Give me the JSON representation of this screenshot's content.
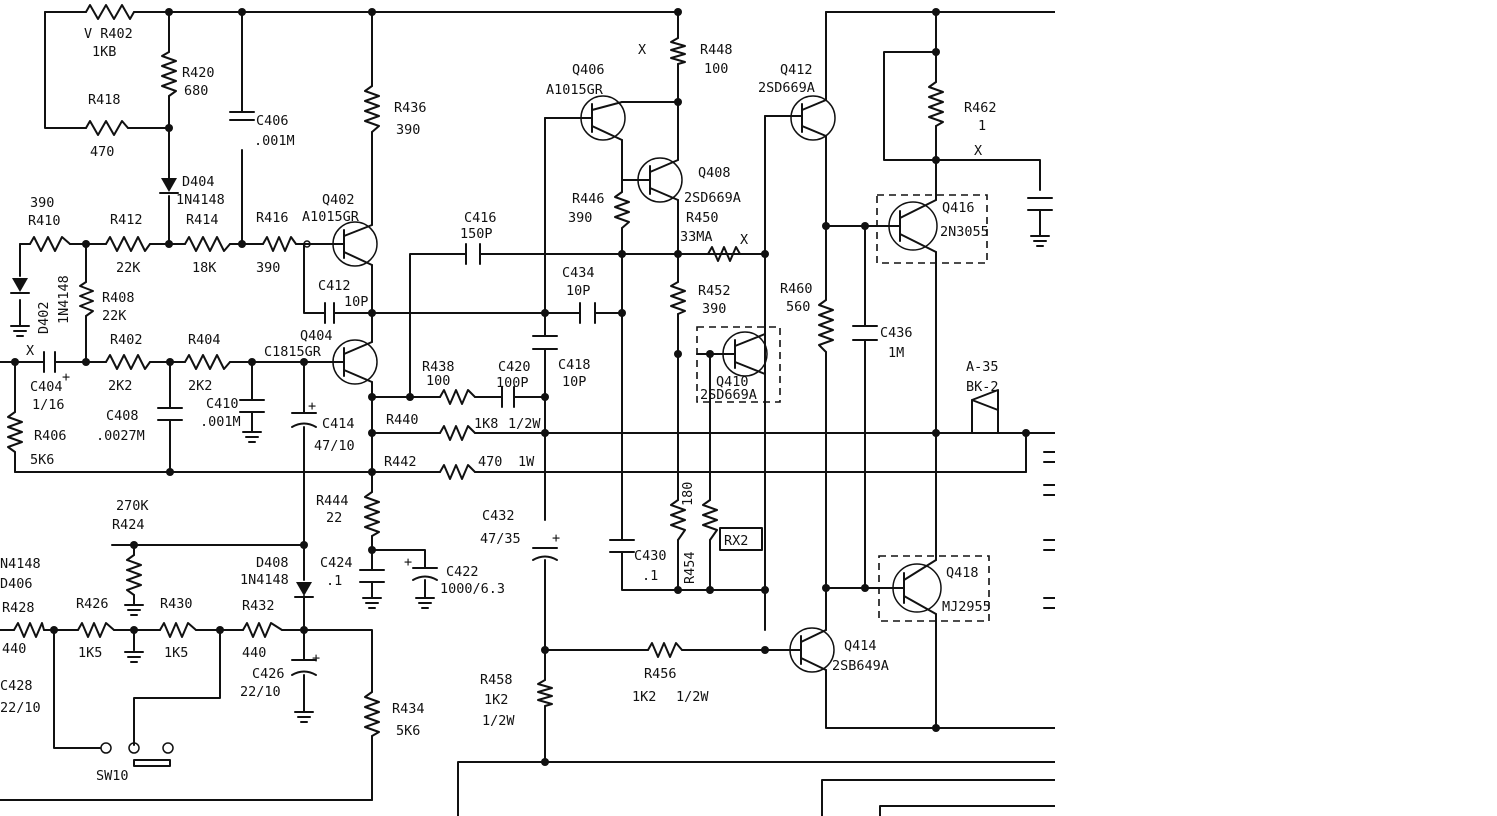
{
  "labels": {
    "vr402_name": "V R402",
    "vr402_val": "1KB",
    "r420_name": "R420",
    "r420_val": "680",
    "r418_name": "R418",
    "r418_val": "470",
    "c406_name": "C406",
    "c406_val": ".001M",
    "r436_name": "R436",
    "r436_val": "390",
    "d404_name": "D404",
    "d404_val": "1N4148",
    "r410_val": "390",
    "r410_name": "R410",
    "r412_name": "R412",
    "r412_val": "22K",
    "r414_name": "R414",
    "r414_val": "18K",
    "r416_name": "R416",
    "r416_val": "390",
    "q402_name": "Q402",
    "q402_val": "A1015GR",
    "d402_name": "D402",
    "d402_val": "1N4148",
    "r408_name": "R408",
    "r408_val": "22K",
    "c412_name": "C412",
    "c412_val": "10P",
    "q404_name": "Q404",
    "q404_val": "C1815GR",
    "r402_name": "R402",
    "r402_val": "2K2",
    "r404_name": "R404",
    "r404_val": "2K2",
    "c404_name": "C404",
    "c404_val": "1/16",
    "c408_name": "C408",
    "c408_val": ".0027M",
    "c410_name": "C410",
    "c410_val": ".001M",
    "r406_name": "R406",
    "r406_val": "5K6",
    "c414_name": "C414",
    "c414_val": "47/10",
    "r438_name": "R438",
    "r438_val": "100",
    "c420_name": "C420",
    "c420_val": "100P",
    "c418_name": "C418",
    "c418_val": "10P",
    "r440_name": "R440",
    "r440_val": "1K8",
    "r440_pwr": "1/2W",
    "r442_name": "R442",
    "r442_val": "470",
    "r442_pwr": "1W",
    "r444_name": "R444",
    "r444_val": "22",
    "r424_val": "270K",
    "r424_name": "R424",
    "c424_name": "C424",
    "c424_val": ".1",
    "c422_name": "C422",
    "c422_val": "1000/6.3",
    "d408_name": "D408",
    "d408_val": "1N4148",
    "d406_type": "N4148",
    "d406_name": "D406",
    "r428_name": "R428",
    "r428_val": "440",
    "r426_name": "R426",
    "r426_val": "1K5",
    "r430_name": "R430",
    "r430_val": "1K5",
    "r432_name": "R432",
    "r432_val": "440",
    "c426_name": "C426",
    "c426_val": "22/10",
    "c428_name": "C428",
    "c428_val": "22/10",
    "r434_name": "R434",
    "r434_val": "5K6",
    "sw10_name": "SW10",
    "c416_name": "C416",
    "c416_val": "150P",
    "c434_name": "C434",
    "c434_val": "10P",
    "q406_name": "Q406",
    "q406_val": "A1015GR",
    "r446_name": "R446",
    "r446_val": "390",
    "r448_name": "R448",
    "r448_val": "100",
    "q408_name": "Q408",
    "q408_val": "2SD669A",
    "r450_name": "R450",
    "r450_val": "33MA",
    "r452_name": "R452",
    "r452_val": "390",
    "q410_name": "Q410",
    "q410_val": "2SD669A",
    "c432_name": "C432",
    "c432_val": "47/35",
    "c430_name": "C430",
    "c430_val": ".1",
    "r454_name": "R454",
    "r454_val": "180",
    "rx2_name": "RX2",
    "r456_name": "R456",
    "r456_val": "1K2",
    "r456_pwr": "1/2W",
    "r458_name": "R458",
    "r458_val": "1K2",
    "r458_pwr": "1/2W",
    "q412_name": "Q412",
    "q412_val": "2SD669A",
    "r460_name": "R460",
    "r460_val": "560",
    "c436_name": "C436",
    "c436_val": "1M",
    "q414_name": "Q414",
    "q414_val": "2SB649A",
    "r462_name": "R462",
    "r462_val": "1",
    "q416_name": "Q416",
    "q416_val": "2N3055",
    "q418_name": "Q418",
    "q418_val": "MJ2955",
    "a35_name": "A-35",
    "a35_val": "BK-2",
    "x_mark": "X"
  }
}
